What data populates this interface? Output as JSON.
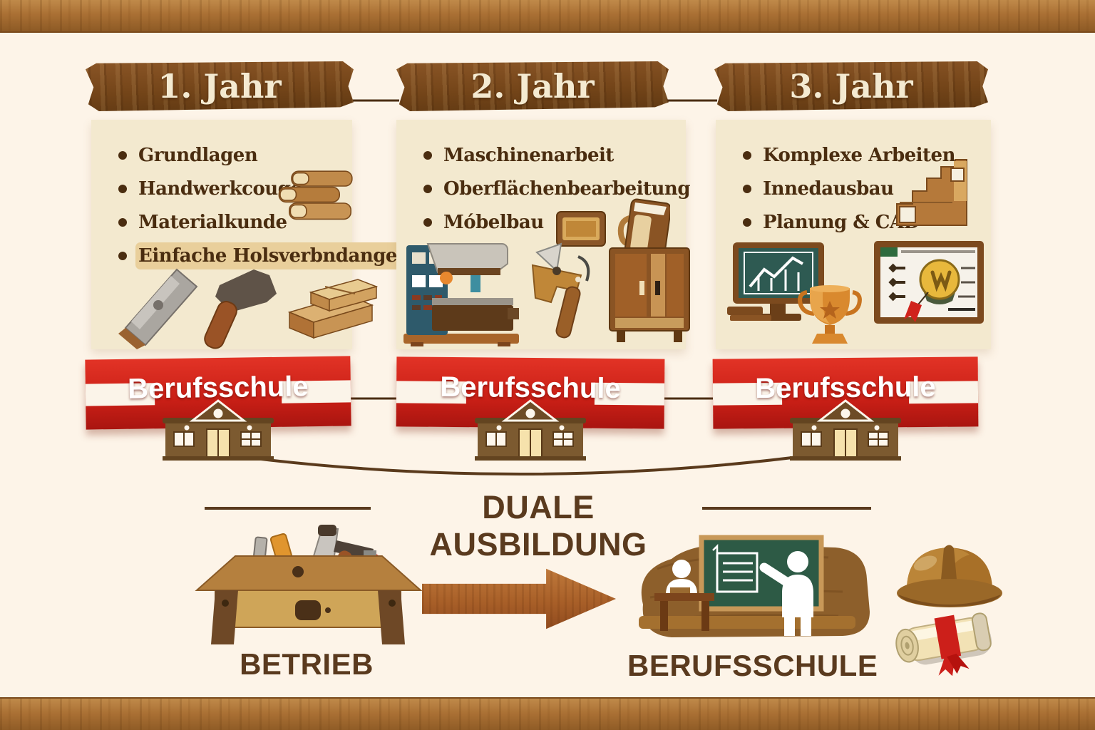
{
  "colors": {
    "background": "#fdf4e8",
    "frame_wood": "#aa7034",
    "banner_wood": "#744519",
    "panel_bg": "#f3e9cf",
    "ribbon_red": "#c91f16",
    "text_brown": "#4a2d10",
    "title_brown": "#5a3a1e",
    "chalkboard_green": "#2d5a45",
    "highlight_tan": "#e9cf9b"
  },
  "columns": [
    {
      "year_label": "1. Jahr",
      "items": [
        "Grundlagen",
        "Handwerkcouge",
        "Materialkunde",
        "Einfache Holsverbndangen"
      ],
      "school_banner": "Berufsschule",
      "icons": [
        "wood-planks-stack",
        "chisel",
        "mallet",
        "lumber-boards",
        "school-building"
      ]
    },
    {
      "year_label": "2. Jahr",
      "items": [
        "Maschinenarbeit",
        "Oberflächenbearbeitung",
        "Móbelbau"
      ],
      "school_banner": "Berufsschule",
      "icons": [
        "drawer-box",
        "wooden-mug",
        "planer-machine",
        "glue-gun",
        "cabinet",
        "school-building"
      ]
    },
    {
      "year_label": "3. Jahr",
      "items": [
        "Komplexe Arbeiten",
        "Innedausbau",
        "Planung & CAD"
      ],
      "school_banner": "Berufsschule",
      "icons": [
        "wooden-stairs",
        "cad-monitor",
        "trophy",
        "certificate",
        "school-building"
      ]
    }
  ],
  "bottom": {
    "title": "DUALE AUSBILDUNG",
    "betrieb_label": "BETRIEB",
    "berufsschule_label": "BERUFSSCHULE",
    "icons": [
      "workbench-with-tools",
      "wooden-arrow-right",
      "classroom-scene",
      "hard-hat",
      "diploma-scroll"
    ]
  }
}
